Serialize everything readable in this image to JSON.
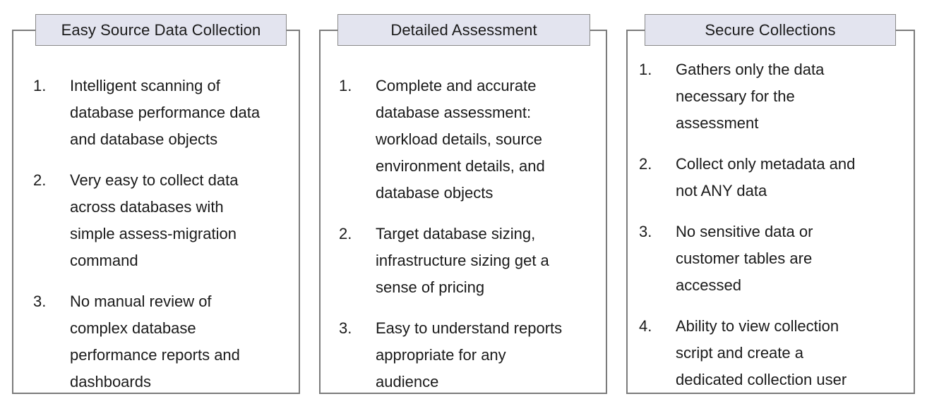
{
  "diagram": {
    "title_colors": {
      "header_fill": "#e3e4ef",
      "header_border": "#8a8a8a",
      "panel_border": "#7b7b7b",
      "text": "#1a1a1a",
      "background": "#ffffff"
    },
    "panels": [
      {
        "id": "easy-source-data-collection",
        "header": "Easy Source Data Collection",
        "items": [
          {
            "number": "1.",
            "text": "Intelligent scanning of\ndatabase performance data\nand database objects"
          },
          {
            "number": "2.",
            "text": "Very easy to collect data\nacross databases with\nsimple assess-migration\ncommand"
          },
          {
            "number": "3.",
            "text": "No manual review of\ncomplex database\nperformance reports and\ndashboards"
          }
        ]
      },
      {
        "id": "detailed-assessment",
        "header": "Detailed Assessment",
        "items": [
          {
            "number": "1.",
            "text": "Complete and accurate\ndatabase assessment:\nworkload details, source\nenvironment details, and\ndatabase objects"
          },
          {
            "number": "2.",
            "text": "Target database sizing,\ninfrastructure sizing get a\nsense of pricing"
          },
          {
            "number": "3.",
            "text": "Easy to understand reports\nappropriate for any\naudience"
          }
        ]
      },
      {
        "id": "secure-collections",
        "header": "Secure Collections",
        "items": [
          {
            "number": "1.",
            "text": "Gathers only the data\nnecessary for the\nassessment"
          },
          {
            "number": "2.",
            "text": "Collect only metadata and\nnot ANY data"
          },
          {
            "number": "3.",
            "text": "No sensitive data or\ncustomer tables are\naccessed"
          },
          {
            "number": "4.",
            "text": "Ability to view collection\nscript and create a\ndedicated collection user"
          }
        ]
      }
    ]
  }
}
